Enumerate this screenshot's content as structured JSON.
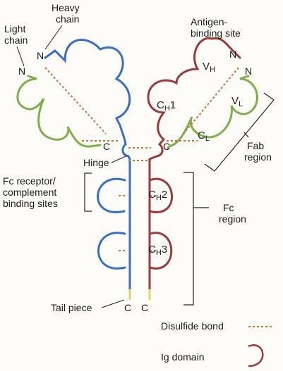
{
  "labels": {
    "heavy_chain_1": "Heavy",
    "heavy_chain_2": "chain",
    "light_chain_1": "Light",
    "light_chain_2": "chain",
    "antigen_site_1": "Antigen-",
    "antigen_site_2": "binding site",
    "hinge": "Hinge",
    "fab_1": "Fab",
    "fab_2": "region",
    "fc_receptor_1": "Fc receptor/",
    "fc_receptor_2": "complement",
    "fc_receptor_3": "binding sites",
    "fc_region_1": "Fc",
    "fc_region_2": "region",
    "tail_piece": "Tail piece",
    "n1": "N",
    "n2": "N",
    "n3": "N",
    "n4": "N",
    "c_inner_left": "C",
    "c_inner_right": "C",
    "c_tail_left": "C",
    "c_tail_right": "C"
  },
  "domains": {
    "vh_main": "V",
    "vh_sub": "H",
    "vl_main": "V",
    "vl_sub": "L",
    "ch1_main": "C",
    "ch1_sub": "H",
    "ch1_num": "1",
    "cl_main": "C",
    "cl_sub": "L",
    "ch2_main": "C",
    "ch2_sub": "H",
    "ch2_num": "2",
    "ch3_main": "C",
    "ch3_sub": "H",
    "ch3_num": "3"
  },
  "legend": {
    "disulfide_label": "Disulfide bond",
    "ig_domain_label": "Ig domain"
  },
  "colors": {
    "heavy_left": "#3a6fbf",
    "heavy_right": "#9a3b3b",
    "light": "#7fae4c",
    "disulfide": "#c9723a",
    "tail": "#e3d36a"
  }
}
